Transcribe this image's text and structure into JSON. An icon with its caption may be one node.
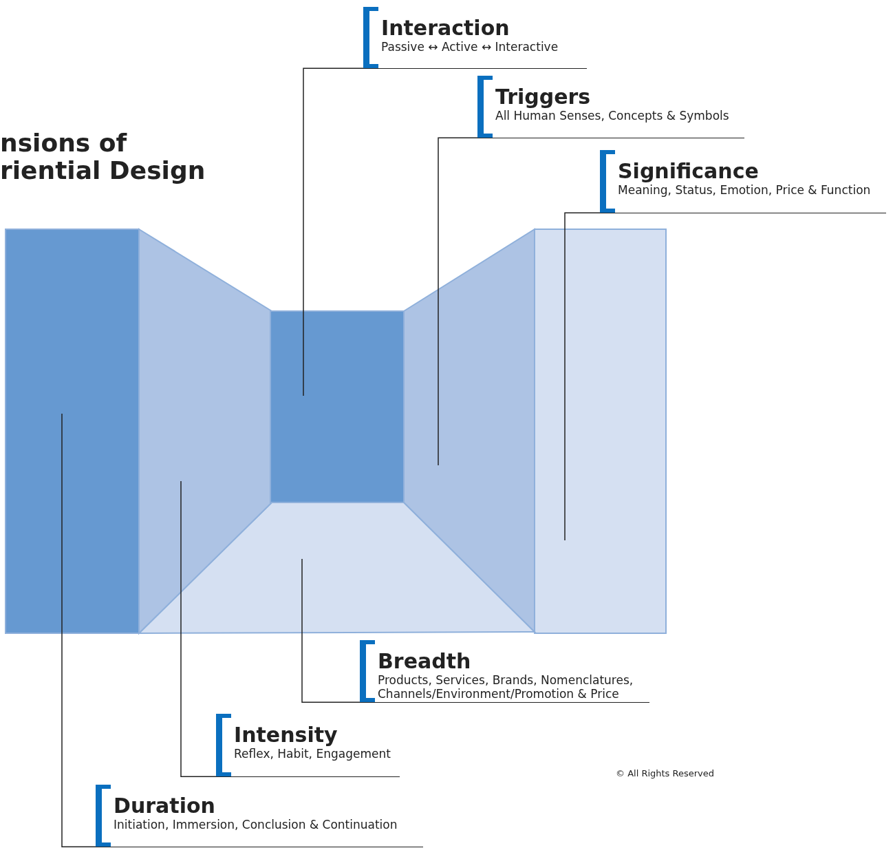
{
  "diagram": {
    "title": "nsions of riential Design",
    "nodes": [
      {
        "text": [
          "Interaction",
          "Passive ↔ Active ↔ Interactive"
        ]
      },
      {
        "text": [
          "Triggers",
          "All Human Senses, Concepts & Symbols"
        ]
      },
      {
        "text": [
          "Significance",
          "Meaning, Status, Emotion, Price & Function"
        ]
      },
      {
        "text": [
          "Breadth",
          "Products, Services, Brands, Nomenclatures, Channels/Environment/Promotion & Price"
        ]
      },
      {
        "text": [
          "Intensity",
          "Reflex, Habit, Engagement"
        ]
      },
      {
        "text": [
          "Duration",
          "Initiation, Immersion, Conclusion  & Continuation"
        ]
      },
      {
        "text": [],
        "shape": "box"
      },
      {
        "text": [],
        "shape": "box"
      },
      {
        "text": [],
        "shape": "box"
      },
      {
        "text": [],
        "shape": "box"
      },
      {
        "text": [],
        "shape": "box"
      },
      {
        "text": [],
        "shape": "box"
      }
    ],
    "edges": [
      {
        "from": 0,
        "to": 8,
        "arrow": "none"
      },
      {
        "from": 1,
        "to": 9,
        "arrow": "none"
      },
      {
        "from": 2,
        "to": 11,
        "arrow": "none"
      },
      {
        "from": 3,
        "to": 10,
        "arrow": "none"
      },
      {
        "from": 4,
        "to": 7,
        "arrow": "none"
      },
      {
        "from": 5,
        "to": 6,
        "arrow": "none"
      }
    ],
    "labels": [
      "© All Rights Reserved"
    ]
  }
}
